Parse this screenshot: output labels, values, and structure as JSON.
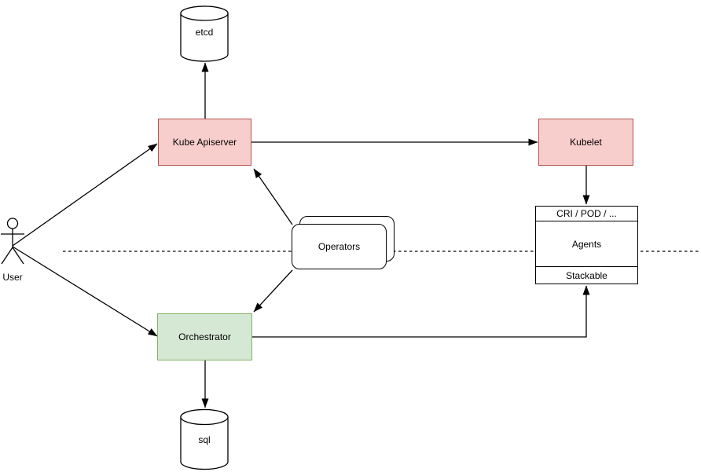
{
  "colors": {
    "pink_fill": "#f8cecc",
    "pink_stroke": "#b85450",
    "green_fill": "#d5e8d4",
    "green_stroke": "#82b366",
    "plain_fill": "#ffffff",
    "plain_stroke": "#000000",
    "edge_color": "#000000"
  },
  "nodes": {
    "etcd": {
      "label": "etcd",
      "shape": "cylinder"
    },
    "kube_apiserver": {
      "label": "Kube Apiserver",
      "shape": "rectangle",
      "color": "pink"
    },
    "kubelet": {
      "label": "Kubelet",
      "shape": "rectangle",
      "color": "pink"
    },
    "operators": {
      "label": "Operators",
      "shape": "stacked-rounded-rectangle"
    },
    "orchestrator": {
      "label": "Orchestrator",
      "shape": "rectangle",
      "color": "green"
    },
    "sql": {
      "label": "sql",
      "shape": "cylinder"
    },
    "user": {
      "label": "User",
      "shape": "actor"
    },
    "agents": {
      "header": "CRI / POD / ...",
      "body": "Agents",
      "footer": "Stackable",
      "shape": "partitioned-rectangle"
    }
  },
  "edges": [
    {
      "id": "user-to-kube-apiserver",
      "from": "user",
      "to": "kube_apiserver",
      "style": "solid",
      "arrow": true
    },
    {
      "id": "user-to-orchestrator",
      "from": "user",
      "to": "orchestrator",
      "style": "solid",
      "arrow": true
    },
    {
      "id": "kube-apiserver-to-etcd",
      "from": "kube_apiserver",
      "to": "etcd",
      "style": "solid",
      "arrow": true
    },
    {
      "id": "kube-apiserver-to-kubelet",
      "from": "kube_apiserver",
      "to": "kubelet",
      "style": "solid",
      "arrow": true
    },
    {
      "id": "operators-to-kube-apiserver",
      "from": "operators",
      "to": "kube_apiserver",
      "style": "solid",
      "arrow": true
    },
    {
      "id": "operators-to-orchestrator",
      "from": "operators",
      "to": "orchestrator",
      "style": "solid",
      "arrow": true
    },
    {
      "id": "kubelet-to-agents",
      "from": "kubelet",
      "to": "agents",
      "style": "solid",
      "arrow": true
    },
    {
      "id": "orchestrator-to-agents",
      "from": "orchestrator",
      "to": "agents",
      "style": "solid",
      "arrow": true
    },
    {
      "id": "orchestrator-to-sql",
      "from": "orchestrator",
      "to": "sql",
      "style": "solid",
      "arrow": true
    },
    {
      "id": "horizontal-dashed-separator",
      "from": "canvas-left",
      "to": "canvas-right",
      "style": "dashed",
      "arrow": false
    }
  ]
}
